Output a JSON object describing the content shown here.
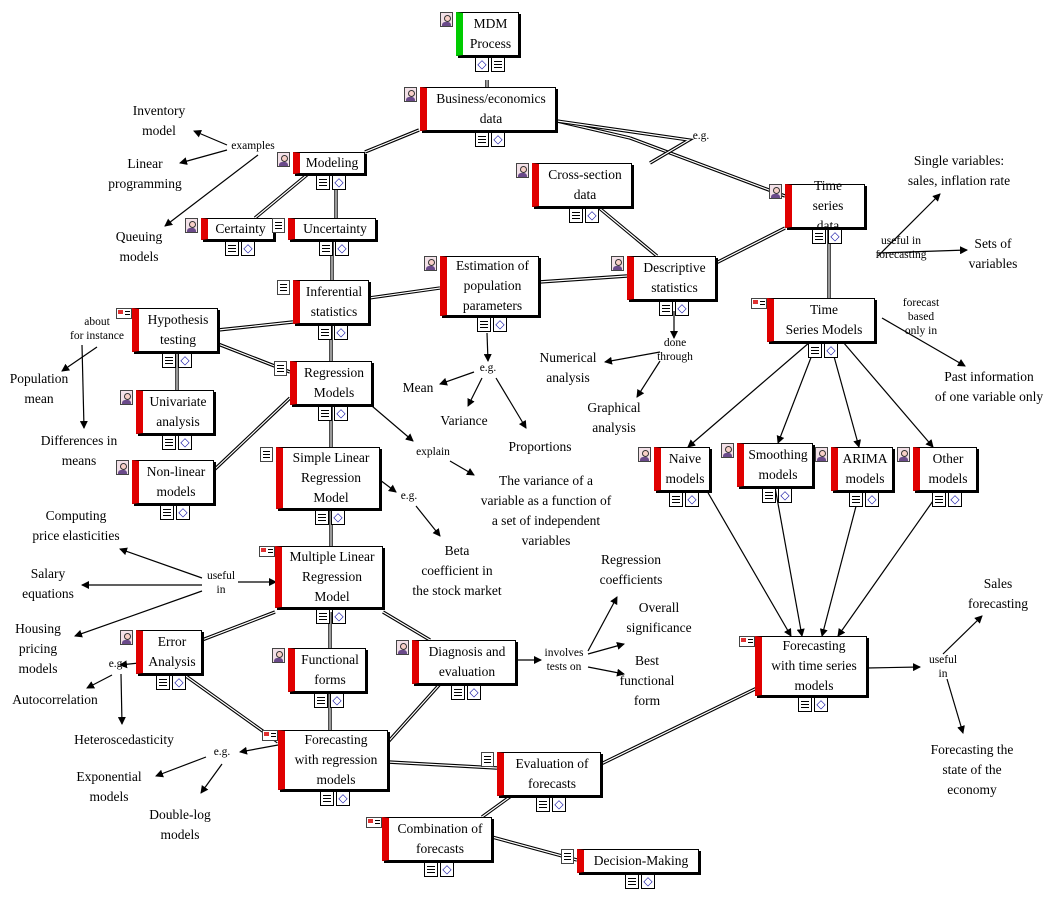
{
  "nodes": [
    {
      "id": "mdm",
      "text": "MDM\nProcess",
      "icon": "person-icon",
      "accent": "#00cc00"
    },
    {
      "id": "bizdata",
      "text": "Business/economics\ndata",
      "icon": "person-icon"
    },
    {
      "id": "modeling",
      "text": "Modeling",
      "icon": "person-icon"
    },
    {
      "id": "certainty",
      "text": "Certainty",
      "icon": "person-icon"
    },
    {
      "id": "uncertainty",
      "text": "Uncertainty",
      "icon": "document-icon"
    },
    {
      "id": "crosssec",
      "text": "Cross-section\ndata",
      "icon": "person-icon"
    },
    {
      "id": "timeseries",
      "text": "Time series\ndata",
      "icon": "person-icon"
    },
    {
      "id": "inferential",
      "text": "Inferential\nstatistics",
      "icon": "document-icon"
    },
    {
      "id": "estimation",
      "text": "Estimation of\npopulation\nparameters",
      "icon": "person-icon"
    },
    {
      "id": "descriptive",
      "text": "Descriptive\nstatistics",
      "icon": "person-icon"
    },
    {
      "id": "tsmodels",
      "text": "Time\nSeries Models",
      "icon": "card-icon"
    },
    {
      "id": "hypothesis",
      "text": "Hypothesis\ntesting",
      "icon": "card-icon"
    },
    {
      "id": "regression",
      "text": "Regression\nModels",
      "icon": "document-icon"
    },
    {
      "id": "univariate",
      "text": "Univariate\nanalysis",
      "icon": "person-icon"
    },
    {
      "id": "nonlinear",
      "text": "Non-linear\nmodels",
      "icon": "person-icon"
    },
    {
      "id": "simplelin",
      "text": "Simple Linear\nRegression\nModel",
      "icon": "document-icon"
    },
    {
      "id": "naive",
      "text": "Naive\nmodels",
      "icon": "person-icon"
    },
    {
      "id": "smoothing",
      "text": "Smoothing\nmodels",
      "icon": "person-icon"
    },
    {
      "id": "arima",
      "text": "ARIMA\nmodels",
      "icon": "person-icon"
    },
    {
      "id": "other",
      "text": "Other\nmodels",
      "icon": "person-icon"
    },
    {
      "id": "multilin",
      "text": "Multiple Linear\nRegression\nModel",
      "icon": "card-icon"
    },
    {
      "id": "error",
      "text": "Error\nAnalysis",
      "icon": "person-icon"
    },
    {
      "id": "functional",
      "text": "Functional\nforms",
      "icon": "person-icon"
    },
    {
      "id": "diagnosis",
      "text": "Diagnosis and\nevaluation",
      "icon": "person-icon"
    },
    {
      "id": "fcts",
      "text": "Forecasting\nwith time series\nmodels",
      "icon": "card-icon"
    },
    {
      "id": "fcreg",
      "text": "Forecasting\nwith regression\nmodels",
      "icon": "card-icon"
    },
    {
      "id": "evalfc",
      "text": "Evaluation of\nforecasts",
      "icon": "document-icon"
    },
    {
      "id": "combination",
      "text": "Combination of\nforecasts",
      "icon": "card-icon"
    },
    {
      "id": "decision",
      "text": "Decision-Making",
      "icon": "document-icon"
    }
  ],
  "labels": [
    {
      "id": "inventory",
      "text": "Inventory\nmodel",
      "small": false
    },
    {
      "id": "examples",
      "text": "examples",
      "small": true
    },
    {
      "id": "linearprog",
      "text": "Linear\nprogramming",
      "small": false
    },
    {
      "id": "queuing",
      "text": "Queuing\nmodels",
      "small": false
    },
    {
      "id": "eg1",
      "text": "e.g.",
      "small": true
    },
    {
      "id": "singlevars",
      "text": "Single variables:\nsales, inflation rate",
      "small": false
    },
    {
      "id": "usefulfc",
      "text": "useful in\nforecasting",
      "small": true
    },
    {
      "id": "setsvars",
      "text": "Sets of\nvariables",
      "small": false
    },
    {
      "id": "fcbased",
      "text": "forecast\nbased\nonly in",
      "small": true
    },
    {
      "id": "pastinfo",
      "text": "Past information\nof one variable only",
      "small": false
    },
    {
      "id": "aboutinst",
      "text": "about\nfor instance",
      "small": true
    },
    {
      "id": "popmean",
      "text": "Population\nmean",
      "small": false
    },
    {
      "id": "diffmeans",
      "text": "Differences in\nmeans",
      "small": false
    },
    {
      "id": "donethrough",
      "text": "done\nthrough",
      "small": true
    },
    {
      "id": "numerical",
      "text": "Numerical\nanalysis",
      "small": false
    },
    {
      "id": "graphical",
      "text": "Graphical\nanalysis",
      "small": false
    },
    {
      "id": "eg2",
      "text": "e.g.",
      "small": true
    },
    {
      "id": "mean",
      "text": "Mean",
      "small": false
    },
    {
      "id": "variance",
      "text": "Variance",
      "small": false
    },
    {
      "id": "proportions",
      "text": "Proportions",
      "small": false
    },
    {
      "id": "explain",
      "text": "explain",
      "small": true
    },
    {
      "id": "varfunc",
      "text": "The variance of a\nvariable as a function of\na set of independent\nvariables",
      "small": false
    },
    {
      "id": "eg3",
      "text": "e.g.",
      "small": true
    },
    {
      "id": "beta",
      "text": "Beta\ncoefficient in\nthe stock market",
      "small": false
    },
    {
      "id": "priceelast",
      "text": "Computing\nprice elasticities",
      "small": false
    },
    {
      "id": "salary",
      "text": "Salary\nequations",
      "small": false
    },
    {
      "id": "usefulin1",
      "text": "useful\nin",
      "small": true
    },
    {
      "id": "housing",
      "text": "Housing\npricing\nmodels",
      "small": false
    },
    {
      "id": "regcoef",
      "text": "Regression\ncoefficients",
      "small": false
    },
    {
      "id": "overall",
      "text": "Overall\nsignificance",
      "small": false
    },
    {
      "id": "involves",
      "text": "involves\ntests on",
      "small": true
    },
    {
      "id": "bestform",
      "text": "Best\nfunctional\nform",
      "small": false
    },
    {
      "id": "salesfc",
      "text": "Sales\nforecasting",
      "small": false
    },
    {
      "id": "usefulin2",
      "text": "useful\nin",
      "small": true
    },
    {
      "id": "fcstate",
      "text": "Forecasting the\nstate of the\neconomy",
      "small": false
    },
    {
      "id": "eg4",
      "text": "e.g.",
      "small": true
    },
    {
      "id": "autocorr",
      "text": "Autocorrelation",
      "small": false
    },
    {
      "id": "hetero",
      "text": "Heteroscedasticity",
      "small": false
    },
    {
      "id": "eg5",
      "text": "e.g.",
      "small": true
    },
    {
      "id": "expmodels",
      "text": "Exponential\nmodels",
      "small": false
    },
    {
      "id": "doublelog",
      "text": "Double-log\nmodels",
      "small": false
    }
  ]
}
